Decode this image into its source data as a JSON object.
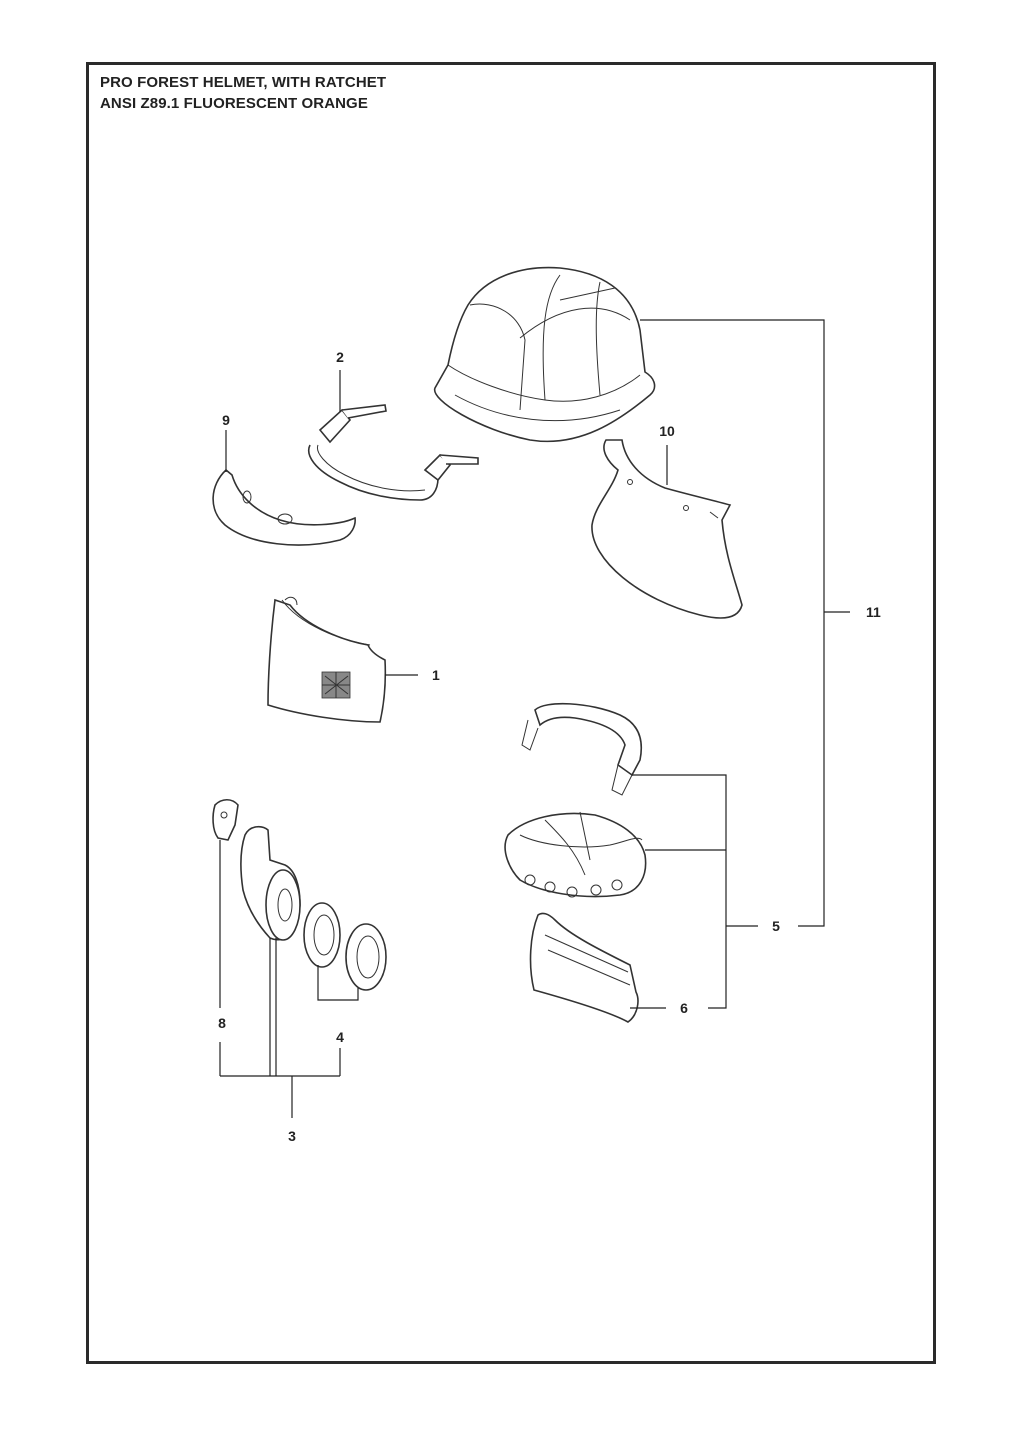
{
  "sheet": {
    "title_line1": "PRO FOREST HELMET, WITH RATCHET",
    "title_line2": "ANSI Z89.1 FLUORESCENT ORANGE"
  },
  "callouts": {
    "c1": "1",
    "c2": "2",
    "c3": "3",
    "c4": "4",
    "c5": "5",
    "c6": "6",
    "c8": "8",
    "c9": "9",
    "c10": "10",
    "c11": "11"
  }
}
